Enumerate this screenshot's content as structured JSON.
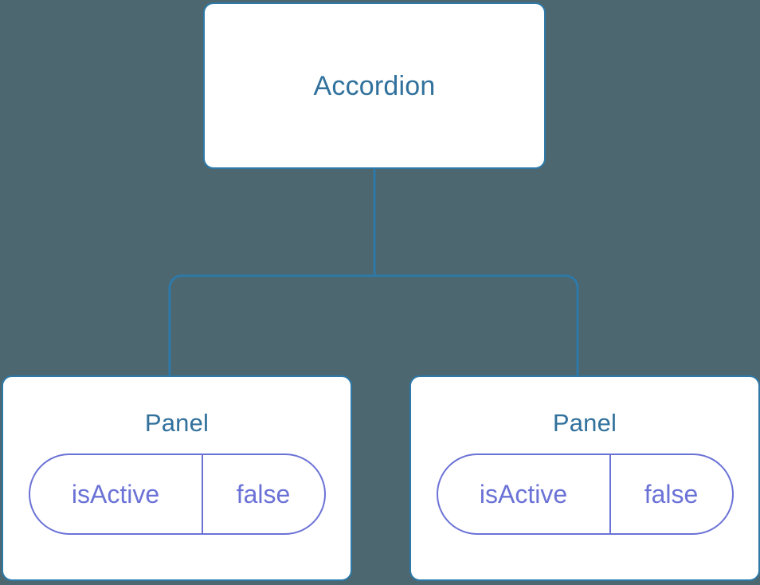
{
  "diagram": {
    "type": "component-tree",
    "background_color": "#4c6770",
    "node_fill": "#ffffff",
    "node_border_color": "#2e79a8",
    "node_label_color": "#31719c",
    "edge_color": "#2e79a8",
    "pill_color": "#6b72d6",
    "root": {
      "label": "Accordion"
    },
    "children": [
      {
        "label": "Panel",
        "state": {
          "key": "isActive",
          "value": "false"
        }
      },
      {
        "label": "Panel",
        "state": {
          "key": "isActive",
          "value": "false"
        }
      }
    ]
  }
}
